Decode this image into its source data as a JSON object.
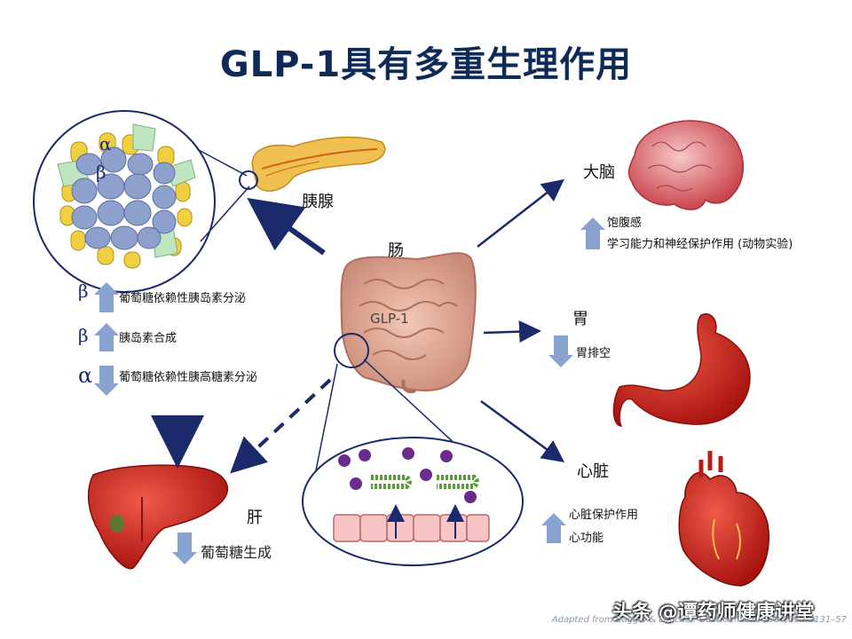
{
  "title": "GLP-1具有多重生理作用",
  "pancreas": {
    "label": "胰腺",
    "alpha_symbol": "α",
    "beta_symbol": "β",
    "effects": [
      {
        "symbol": "β",
        "direction": "up",
        "text": "葡萄糖依赖性胰岛素分泌"
      },
      {
        "symbol": "β",
        "direction": "up",
        "text": "胰岛素合成"
      },
      {
        "symbol": "α",
        "direction": "down",
        "text": "葡萄糖依赖性胰高糖素分泌"
      }
    ]
  },
  "gut": {
    "label": "肠",
    "hormone": "GLP-1"
  },
  "brain": {
    "label": "大脑",
    "direction": "up",
    "effects": [
      "饱腹感",
      "学习能力和神经保护作用 (动物实验)"
    ]
  },
  "stomach": {
    "label": "胃",
    "direction": "down",
    "effect": "胃排空"
  },
  "heart": {
    "label": "心脏",
    "direction": "up",
    "effects": [
      "心脏保护作用",
      "心功能"
    ]
  },
  "liver": {
    "label": "肝",
    "direction": "down",
    "effect": "葡萄糖生成"
  },
  "credit": "Adapted from Baggio & Drucker. Gastroenterol 2007;132:2131–57",
  "watermark": "头条 @谭药师健康讲堂",
  "colors": {
    "arrow_navy": "#1b2a6b",
    "effect_arrow": "#8aa2cf",
    "organ_red": "#cc1f1a",
    "title_navy": "#0e2b57"
  }
}
